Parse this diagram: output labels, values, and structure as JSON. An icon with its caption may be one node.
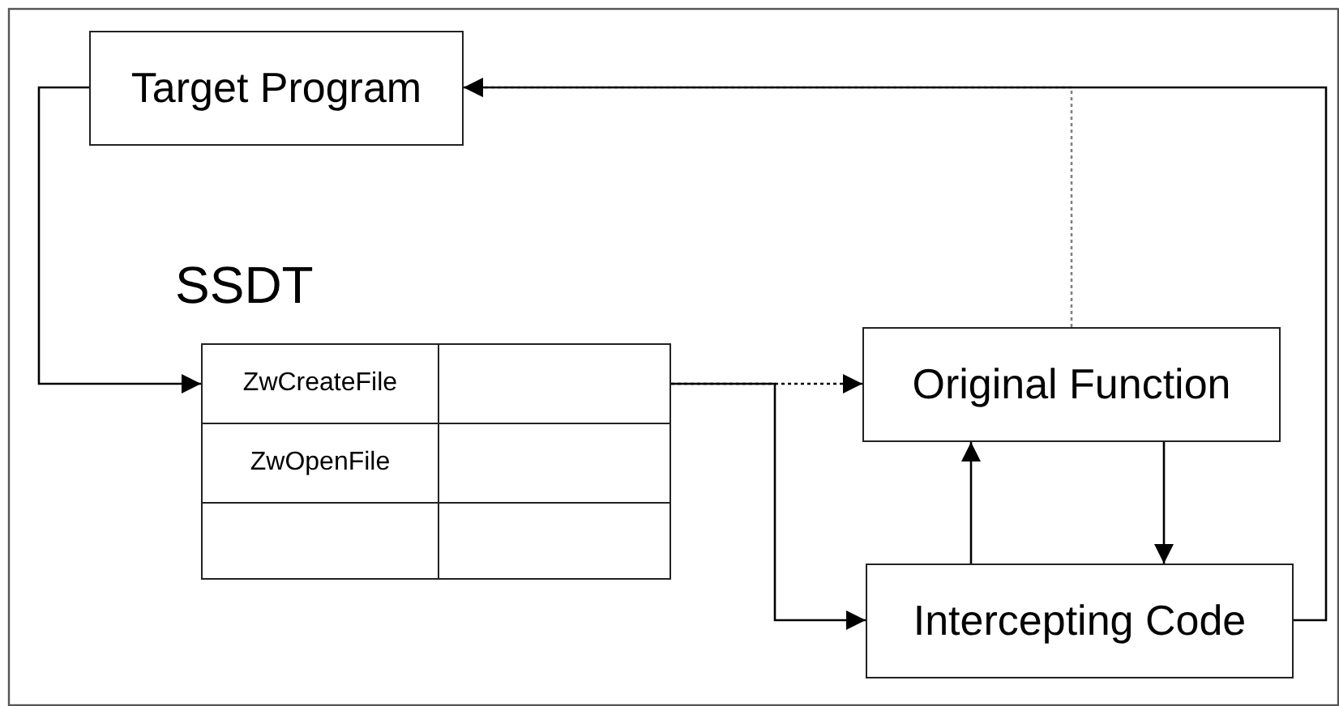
{
  "diagram": {
    "nodes": [
      {
        "text": [
          "Target Program"
        ]
      },
      {
        "text": [
          "SSDT"
        ]
      },
      {
        "text": [
          "ZwCreateFile"
        ],
        "in": 1
      },
      {
        "text": [],
        "shape": "box",
        "in": 1
      },
      {
        "text": [
          "ZwOpenFile"
        ],
        "in": 1
      },
      {
        "text": [],
        "shape": "box",
        "in": 1
      },
      {
        "text": [],
        "shape": "box",
        "in": 1
      },
      {
        "text": [],
        "shape": "box",
        "in": 1
      },
      {
        "text": [
          "Original Function"
        ]
      },
      {
        "text": [
          "Intercepting Code"
        ]
      }
    ],
    "edges": [
      {
        "from": 0,
        "to": 2,
        "arrow": "to"
      },
      {
        "from": 3,
        "to": 8,
        "arrow": "to",
        "style": "dashed"
      },
      {
        "from": 3,
        "to": 9,
        "arrow": "to"
      },
      {
        "from": 9,
        "to": 8,
        "arrow": "to"
      },
      {
        "from": 8,
        "to": 9,
        "arrow": "to"
      },
      {
        "from": 8,
        "to": 0,
        "arrow": "to",
        "style": "dashed",
        "color": "#808080"
      },
      {
        "from": 9,
        "to": 0,
        "arrow": "to"
      }
    ]
  }
}
